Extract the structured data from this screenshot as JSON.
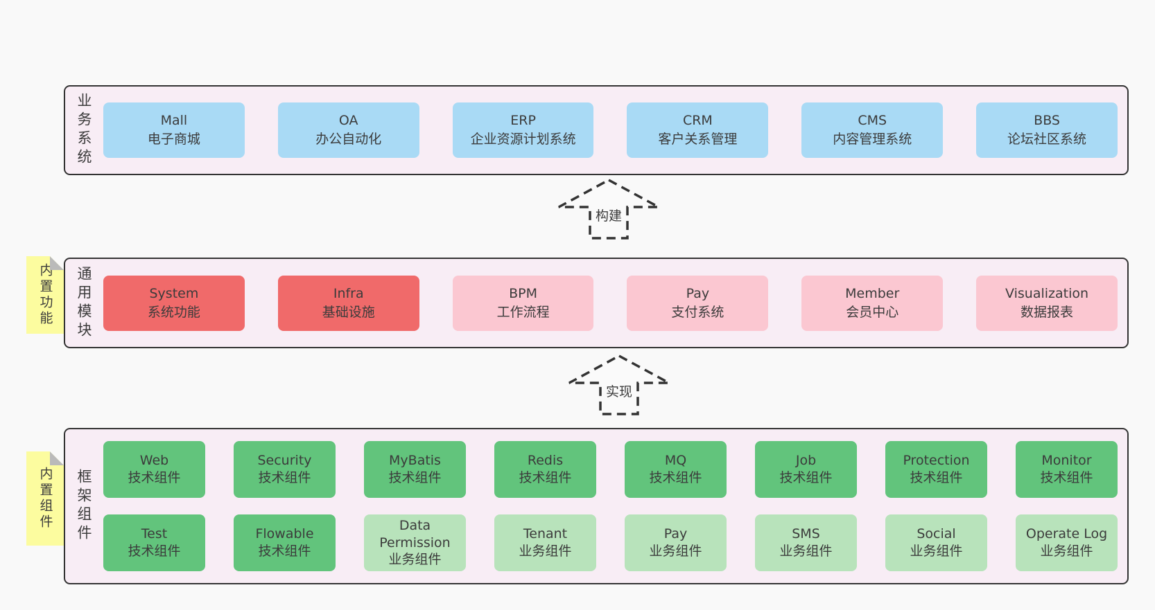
{
  "colors": {
    "pagebg": "#f9f9f9",
    "containerBg": "#f8edf5",
    "border": "#333333",
    "text": "#3b3b3b",
    "blue": "#a9daf5",
    "red": "#f06a6a",
    "pink": "#fbc7d1",
    "green": "#62c47c",
    "lightGreen": "#b8e3bb",
    "sticky": "#fcfc9f",
    "fold": "#bababa"
  },
  "arrows": {
    "build": "构建",
    "implement": "实现"
  },
  "layers": {
    "business": {
      "label": "业务系统",
      "boxes": [
        {
          "title": "Mall",
          "subtitle": "电子商城",
          "type": "blue"
        },
        {
          "title": "OA",
          "subtitle": "办公自动化",
          "type": "blue"
        },
        {
          "title": "ERP",
          "subtitle": "企业资源计划系统",
          "type": "blue"
        },
        {
          "title": "CRM",
          "subtitle": "客户关系管理",
          "type": "blue"
        },
        {
          "title": "CMS",
          "subtitle": "内容管理系统",
          "type": "blue"
        },
        {
          "title": "BBS",
          "subtitle": "论坛社区系统",
          "type": "blue"
        }
      ]
    },
    "modules": {
      "label": "通用模块",
      "sticky": "内置功能",
      "boxes": [
        {
          "title": "System",
          "subtitle": "系统功能",
          "type": "red"
        },
        {
          "title": "Infra",
          "subtitle": "基础设施",
          "type": "red"
        },
        {
          "title": "BPM",
          "subtitle": "工作流程",
          "type": "pink"
        },
        {
          "title": "Pay",
          "subtitle": "支付系统",
          "type": "pink"
        },
        {
          "title": "Member",
          "subtitle": "会员中心",
          "type": "pink"
        },
        {
          "title": "Visualization",
          "subtitle": "数据报表",
          "type": "pink"
        }
      ]
    },
    "components": {
      "label": "框架组件",
      "sticky": "内置组件",
      "rows": [
        [
          {
            "title": "Web",
            "subtitle": "技术组件",
            "type": "green"
          },
          {
            "title": "Security",
            "subtitle": "技术组件",
            "type": "green"
          },
          {
            "title": "MyBatis",
            "subtitle": "技术组件",
            "type": "green"
          },
          {
            "title": "Redis",
            "subtitle": "技术组件",
            "type": "green"
          },
          {
            "title": "MQ",
            "subtitle": "技术组件",
            "type": "green"
          },
          {
            "title": "Job",
            "subtitle": "技术组件",
            "type": "green"
          },
          {
            "title": "Protection",
            "subtitle": "技术组件",
            "type": "green"
          },
          {
            "title": "Monitor",
            "subtitle": "技术组件",
            "type": "green"
          }
        ],
        [
          {
            "title": "Test",
            "subtitle": "技术组件",
            "type": "green"
          },
          {
            "title": "Flowable",
            "subtitle": "技术组件",
            "type": "green"
          },
          {
            "title": "Data Permission",
            "subtitle": "业务组件",
            "type": "lightgreen"
          },
          {
            "title": "Tenant",
            "subtitle": "业务组件",
            "type": "lightgreen"
          },
          {
            "title": "Pay",
            "subtitle": "业务组件",
            "type": "lightgreen"
          },
          {
            "title": "SMS",
            "subtitle": "业务组件",
            "type": "lightgreen"
          },
          {
            "title": "Social",
            "subtitle": "业务组件",
            "type": "lightgreen"
          },
          {
            "title": "Operate Log",
            "subtitle": "业务组件",
            "type": "lightgreen"
          }
        ]
      ]
    }
  }
}
